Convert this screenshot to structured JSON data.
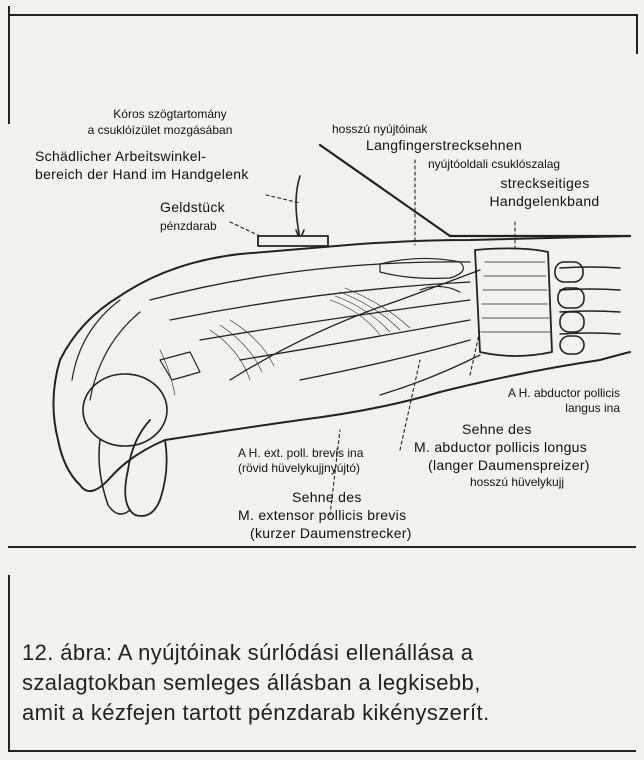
{
  "labels": {
    "angle_hu_1": "Kóros szögtartomány",
    "angle_hu_2": "a csuklóízület mozgásában",
    "angle_de_1": "Schädlicher Arbeitswinkel-",
    "angle_de_2": "bereich der Hand im Handgelenk",
    "coin_de": "Geldstück",
    "coin_hu": "pénzdarab",
    "ext_hu": "hosszú nyújtóinak",
    "ext_de": "Langfingerstrecksehnen",
    "band_hu": "nyújtóoldali csuklószalag",
    "band_de_1": "streckseitiges",
    "band_de_2": "Handgelenkband",
    "abd_hu_1": "A H. abductor pollicis",
    "abd_hu_2": "langus ina",
    "abd_de_1": "Sehne des",
    "abd_de_2": "M. abductor pollicis longus",
    "abd_de_3": "(langer Daumenspreizer)",
    "abd_hu_3": "hosszú hüvelykujj",
    "epb_hu_1": "A H. ext. poll. brevis ina",
    "epb_hu_2": "(rövid hüvelykujjnyújtó)",
    "epb_de_1": "Sehne des",
    "epb_de_2": "M. extensor pollicis brevis",
    "epb_de_3": "(kurzer Daumenstrecker)"
  },
  "caption": {
    "line1": "12. ábra: A nyújtóinak súrlódási ellenállása a",
    "line2": "szalagtokban semleges állásban a legkisebb,",
    "line3": "amit a kézfejen tartott pénzdarab kikényszerít."
  }
}
